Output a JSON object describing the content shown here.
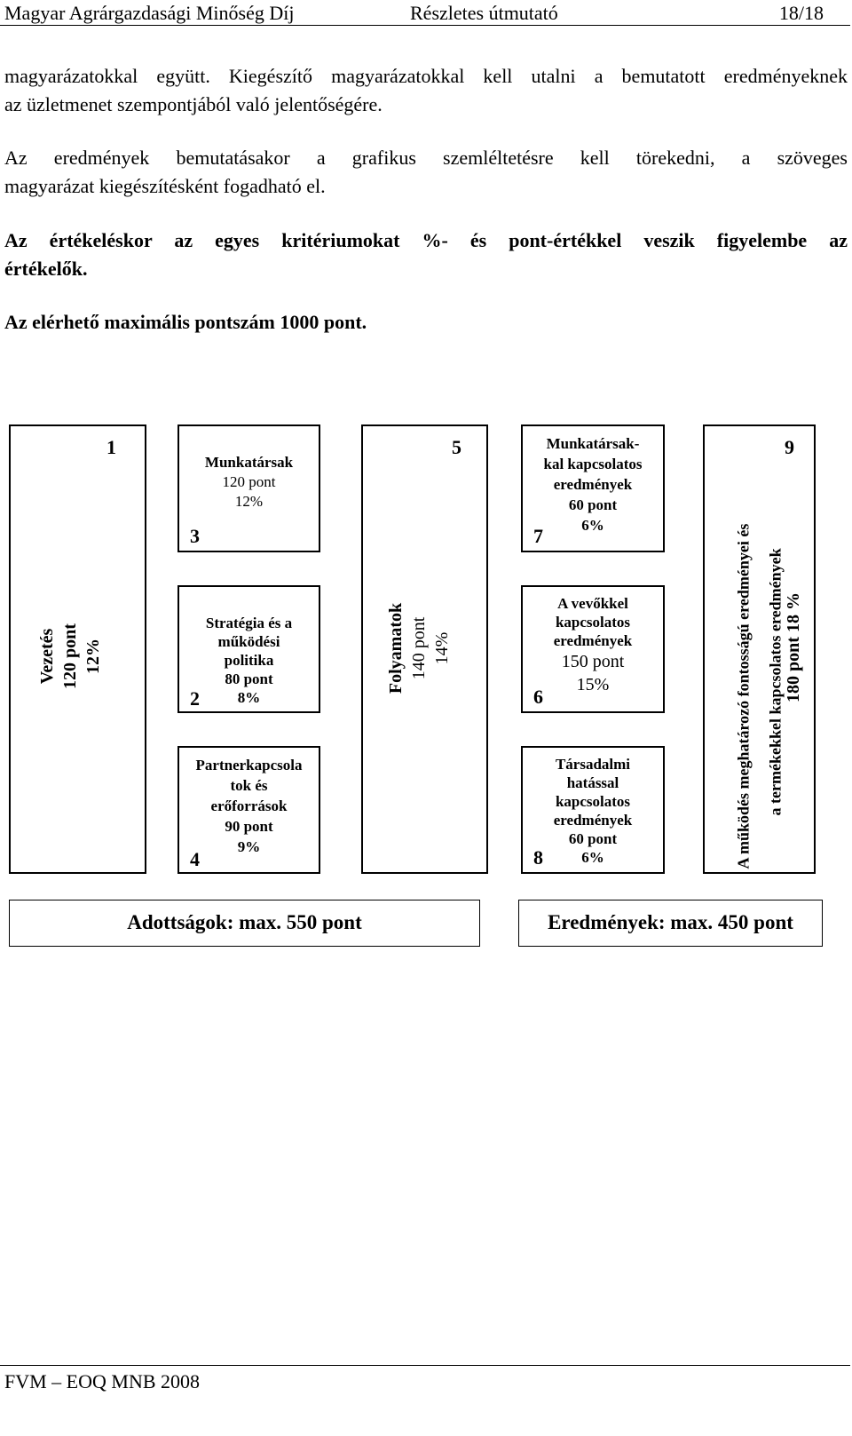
{
  "header": {
    "left": "Magyar Agrárgazdasági Minőség Díj",
    "center": "Részletes útmutató",
    "right": "18/18"
  },
  "paragraphs": {
    "p1_line1": "magyarázatokkal együtt. Kiegészítő magyarázatokkal kell utalni a bemutatott eredményeknek",
    "p1_line2": "az üzletmenet szempontjából való jelentőségére.",
    "p2_line1": "Az eredmények bemutatásakor a grafikus szemléltetésre kell törekedni, a szöveges",
    "p2_line2": "magyarázat kiegészítésként fogadható el.",
    "p3_line1": "Az értékeléskor az egyes kritériumokat %- és pont-értékkel veszik figyelembe az",
    "p3_line2": "értékelők.",
    "p4": "Az elérhető maximális pontszám 1000 pont."
  },
  "diagram": {
    "c1": {
      "number": "1",
      "line1": "Vezetés",
      "line2": "120 pont",
      "line3": "12%"
    },
    "c3": {
      "number": "3",
      "line1": "Munkatársak",
      "line2": "120 pont",
      "line3": "12%"
    },
    "c2": {
      "number": "2",
      "line1": "Stratégia és a",
      "line2": "működési",
      "line3": "politika",
      "line4": "80 pont",
      "line5": "8%"
    },
    "c4": {
      "number": "4",
      "line1": "Partnerkapcsola",
      "line2": "tok és",
      "line3": "erőforrások",
      "line4": "90 pont",
      "line5": "9%"
    },
    "c5": {
      "number": "5",
      "line1": "Folyamatok",
      "line2": "140 pont",
      "line3": "14%"
    },
    "c7": {
      "number": "7",
      "line1": "Munkatársak-",
      "line2": "kal kapcsolatos",
      "line3": "eredmények",
      "line4": "60 pont",
      "line5": "6%"
    },
    "c6": {
      "number": "6",
      "line1": "A vevőkkel",
      "line2": "kapcsolatos",
      "line3": "eredmények",
      "line4": "150 pont",
      "line5": "15%"
    },
    "c8": {
      "number": "8",
      "line1": "Társadalmi",
      "line2": "hatással",
      "line3": "kapcsolatos",
      "line4": "eredmények",
      "line5": "60 pont",
      "line6": "6%"
    },
    "c9": {
      "number": "9",
      "line1": "A működés meghatározó fontosságú eredményei és",
      "line2": "a termékekkel kapcsolatos eredmények",
      "line3": "180 pont 18 %"
    },
    "enablers": "Adottságok: max. 550 pont",
    "results": "Eredmények: max. 450 pont"
  },
  "footer": {
    "text": "FVM – EOQ MNB 2008"
  }
}
